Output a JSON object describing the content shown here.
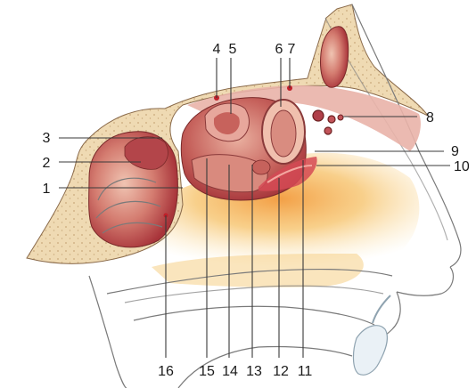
{
  "colors": {
    "bone": "#eed9b0",
    "bone_dots": "#c9a97a",
    "mucosa": "#c96a62",
    "sinus_dark": "#a8343a",
    "sinus_mid": "#d07a6e",
    "sinus_light": "#efbaa8",
    "orange_glow": "#f2a64c",
    "yellow_glow": "#f8d78a",
    "skin_outline": "#7a7a7a",
    "dot_red": "#c0202a"
  },
  "labels": {
    "l1": "1",
    "l2": "2",
    "l3": "3",
    "l4": "4",
    "l5": "5",
    "l6": "6",
    "l7": "7",
    "l8": "8",
    "l9": "9",
    "l10": "10",
    "l11": "11",
    "l12": "12",
    "l13": "13",
    "l14": "14",
    "l15": "15",
    "l16": "16"
  }
}
